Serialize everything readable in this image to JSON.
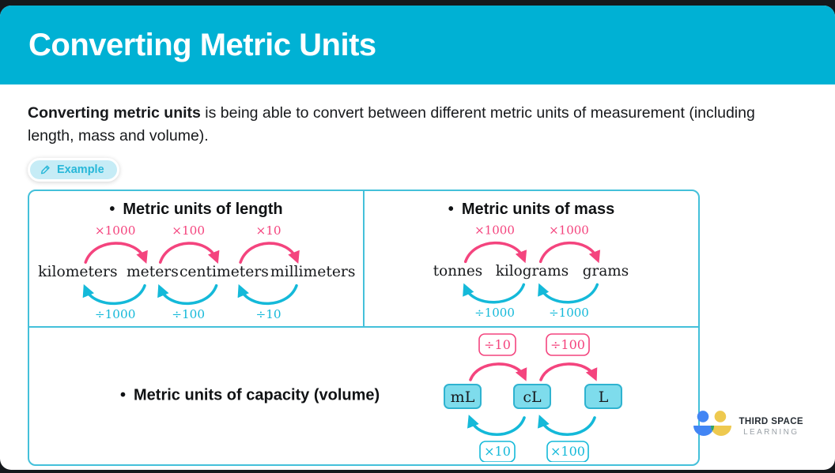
{
  "page": {
    "title": "Converting Metric Units"
  },
  "intro": {
    "bold": "Converting metric units",
    "rest": " is being able to convert between different metric units of measurement (including length, mass and volume)."
  },
  "example_badge": {
    "label": "Example"
  },
  "sections": {
    "length": {
      "bullet": "•",
      "title": "Metric units of length",
      "units": [
        "kilometers",
        "meters",
        "centimeters",
        "millimeters"
      ],
      "multiply_labels": [
        "×1000",
        "×100",
        "×10"
      ],
      "divide_labels": [
        "÷1000",
        "÷100",
        "÷10"
      ]
    },
    "mass": {
      "bullet": "•",
      "title": "Metric units of mass",
      "units": [
        "tonnes",
        "kilograms",
        "grams"
      ],
      "multiply_labels": [
        "×1000",
        "×1000"
      ],
      "divide_labels": [
        "÷1000",
        "÷1000"
      ]
    },
    "capacity": {
      "bullet": "•",
      "title": "Metric units of capacity (volume)",
      "units": [
        "mL",
        "cL",
        "L"
      ],
      "divide_labels": [
        "÷10",
        "÷100"
      ],
      "multiply_labels": [
        "×10",
        "×100"
      ]
    }
  },
  "logo": {
    "line1": "THIRD SPACE",
    "line2": "LEARNING"
  },
  "colors": {
    "banner_cyan": "#00b1d4",
    "arrow_pink": "#f4447e",
    "arrow_cyan": "#14b9d9",
    "box_border": "#44c0da",
    "unit_box_fill": "#7edcec",
    "badge_bg": "#c6ecf6",
    "logo_blue": "#4285f4",
    "logo_yellow": "#eec94f",
    "logo_green": "#2fa26b"
  }
}
